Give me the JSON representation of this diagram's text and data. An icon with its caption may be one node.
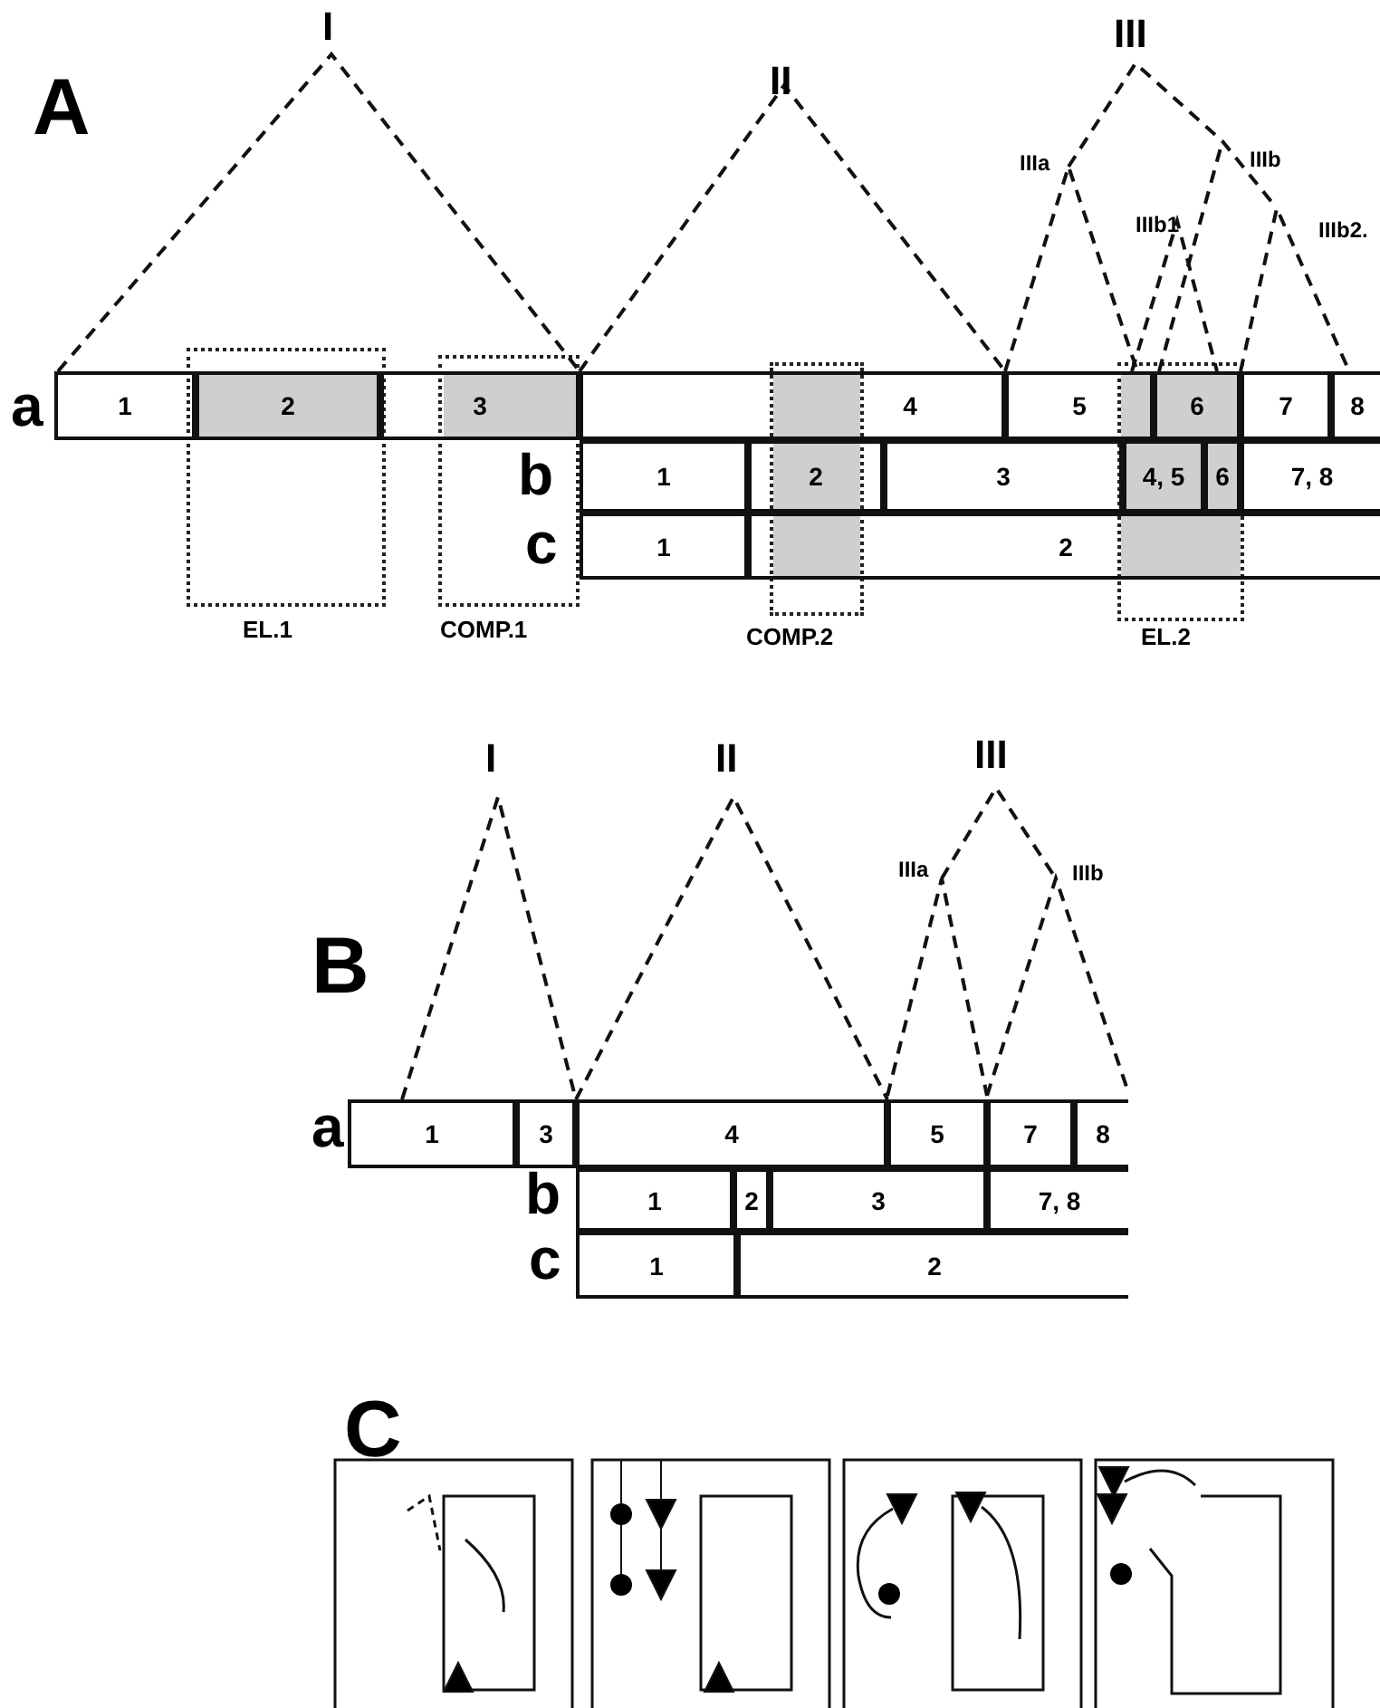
{
  "diagram": {
    "nodes": [
      {
        "text": [
          "1"
        ]
      },
      {
        "text": [
          "2"
        ],
        "in": 16
      },
      {
        "text": [
          "3"
        ]
      },
      {
        "text": [
          "4"
        ]
      },
      {
        "text": [
          "5"
        ]
      },
      {
        "text": [
          "6"
        ],
        "in": 19
      },
      {
        "text": [
          "7"
        ]
      },
      {
        "text": [
          "8"
        ]
      },
      {
        "text": [
          "1"
        ]
      },
      {
        "text": [
          "2"
        ]
      },
      {
        "text": [
          "3"
        ]
      },
      {
        "text": [
          "4, 5"
        ],
        "in": 19
      },
      {
        "text": [
          "6"
        ],
        "in": 19
      },
      {
        "text": [
          "7, 8"
        ]
      },
      {
        "text": [
          "1"
        ]
      },
      {
        "text": [
          "2"
        ]
      },
      {
        "text": [
          "EL.1"
        ]
      },
      {
        "text": [
          "COMP.1"
        ]
      },
      {
        "text": [
          "COMP.2"
        ]
      },
      {
        "text": [
          "EL.2"
        ]
      },
      {
        "text": [
          "1"
        ]
      },
      {
        "text": [
          "3"
        ]
      },
      {
        "text": [
          "4"
        ]
      },
      {
        "text": [
          "5"
        ]
      },
      {
        "text": [
          "7"
        ]
      },
      {
        "text": [
          "8"
        ]
      },
      {
        "text": [
          "1"
        ]
      },
      {
        "text": [
          "2"
        ]
      },
      {
        "text": [
          "3"
        ]
      },
      {
        "text": [
          "7, 8"
        ]
      },
      {
        "text": [
          "1"
        ]
      },
      {
        "text": [
          "2"
        ]
      }
    ],
    "edges": [],
    "labels": [
      "A",
      "I",
      "II",
      "III",
      "IIIa",
      "IIIb",
      "IIIb1",
      "IIIb2.",
      "a",
      "b",
      "c",
      "B",
      "I",
      "II",
      "III",
      "IIIa",
      "IIIb",
      "a",
      "b",
      "c",
      "C"
    ]
  }
}
